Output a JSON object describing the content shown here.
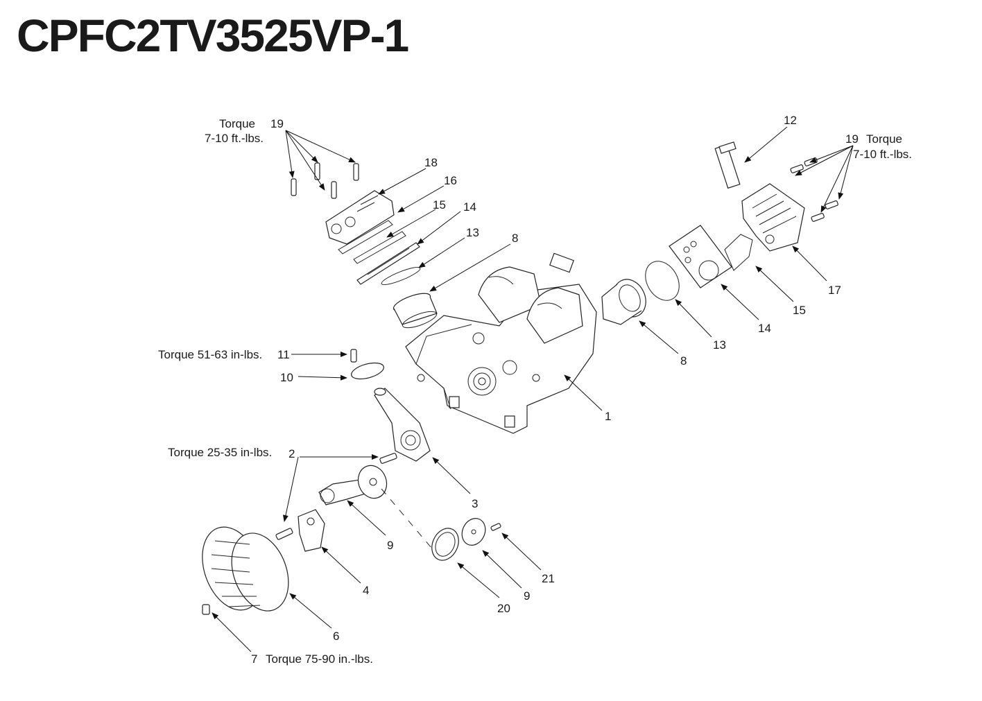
{
  "title": "CPFC2TV3525VP-1",
  "callouts": {
    "c1": "1",
    "c2": "2",
    "c3": "3",
    "c4": "4",
    "c6": "6",
    "c7": "7",
    "c8a": "8",
    "c8b": "8",
    "c9a": "9",
    "c9b": "9",
    "c10": "10",
    "c11": "11",
    "c12": "12",
    "c13a": "13",
    "c13b": "13",
    "c14a": "14",
    "c14b": "14",
    "c15a": "15",
    "c15b": "15",
    "c16": "16",
    "c17": "17",
    "c18": "18",
    "c19a": "19",
    "c19b": "19",
    "c20": "20",
    "c21": "21"
  },
  "notes": {
    "torque_left_label": "Torque",
    "torque_left_value": "7-10 ft.-lbs.",
    "torque_right_label": "Torque",
    "torque_right_value": "7-10 ft.-lbs.",
    "torque_11": "Torque 51-63 in-lbs.",
    "torque_2": "Torque 25-35 in-lbs.",
    "torque_7": "Torque 75-90 in.-lbs."
  }
}
